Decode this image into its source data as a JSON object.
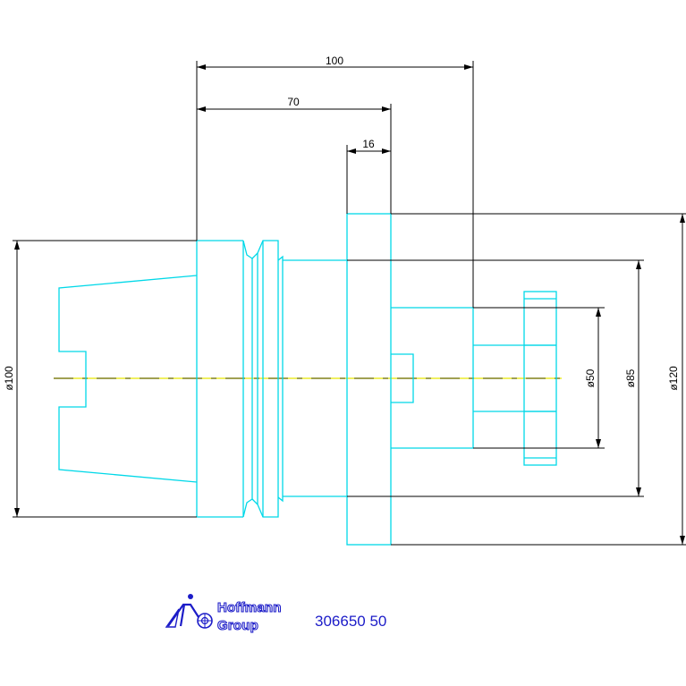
{
  "drawing": {
    "dimensions": {
      "length_100": "100",
      "length_70": "70",
      "length_16": "16",
      "dia_100": "ø100",
      "dia_50": "ø50",
      "dia_85": "ø85",
      "dia_120": "ø120"
    }
  },
  "footer": {
    "logo_line1": "Hoffmann",
    "logo_line2": "Group",
    "part_number": "306650 50"
  },
  "colors": {
    "outline": "#00d8e8",
    "centerline": "#e8e800",
    "dimension": "#000000",
    "brand": "#1c1cc8"
  }
}
